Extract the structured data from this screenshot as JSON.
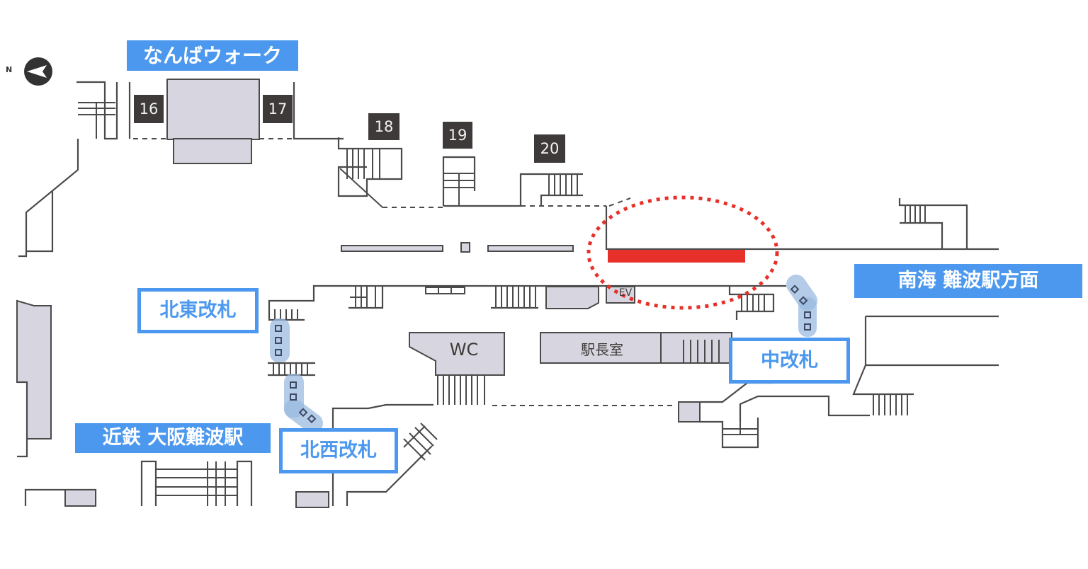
{
  "map": {
    "compass": {
      "letter": "N",
      "icon": "north-arrow-icon"
    },
    "labels": {
      "namba_walk": "なんばウォーク",
      "nankai": "南海 難波駅方面",
      "kintetsu": "近鉄 大阪難波駅",
      "northeast_gate": "北東改札",
      "northwest_gate": "北西改札",
      "central_gate": "中改札"
    },
    "exits": [
      "16",
      "17",
      "18",
      "19",
      "20"
    ],
    "rooms": {
      "wc": "WC",
      "station_master": "駅長室",
      "elevator": "EV"
    },
    "colors": {
      "label_blue": "#4b98ee",
      "highlight_red": "#e8302a",
      "wall": "#4a4a4a",
      "room_fill": "#d7d5df",
      "gate_fill": "#9bbbe0"
    }
  }
}
